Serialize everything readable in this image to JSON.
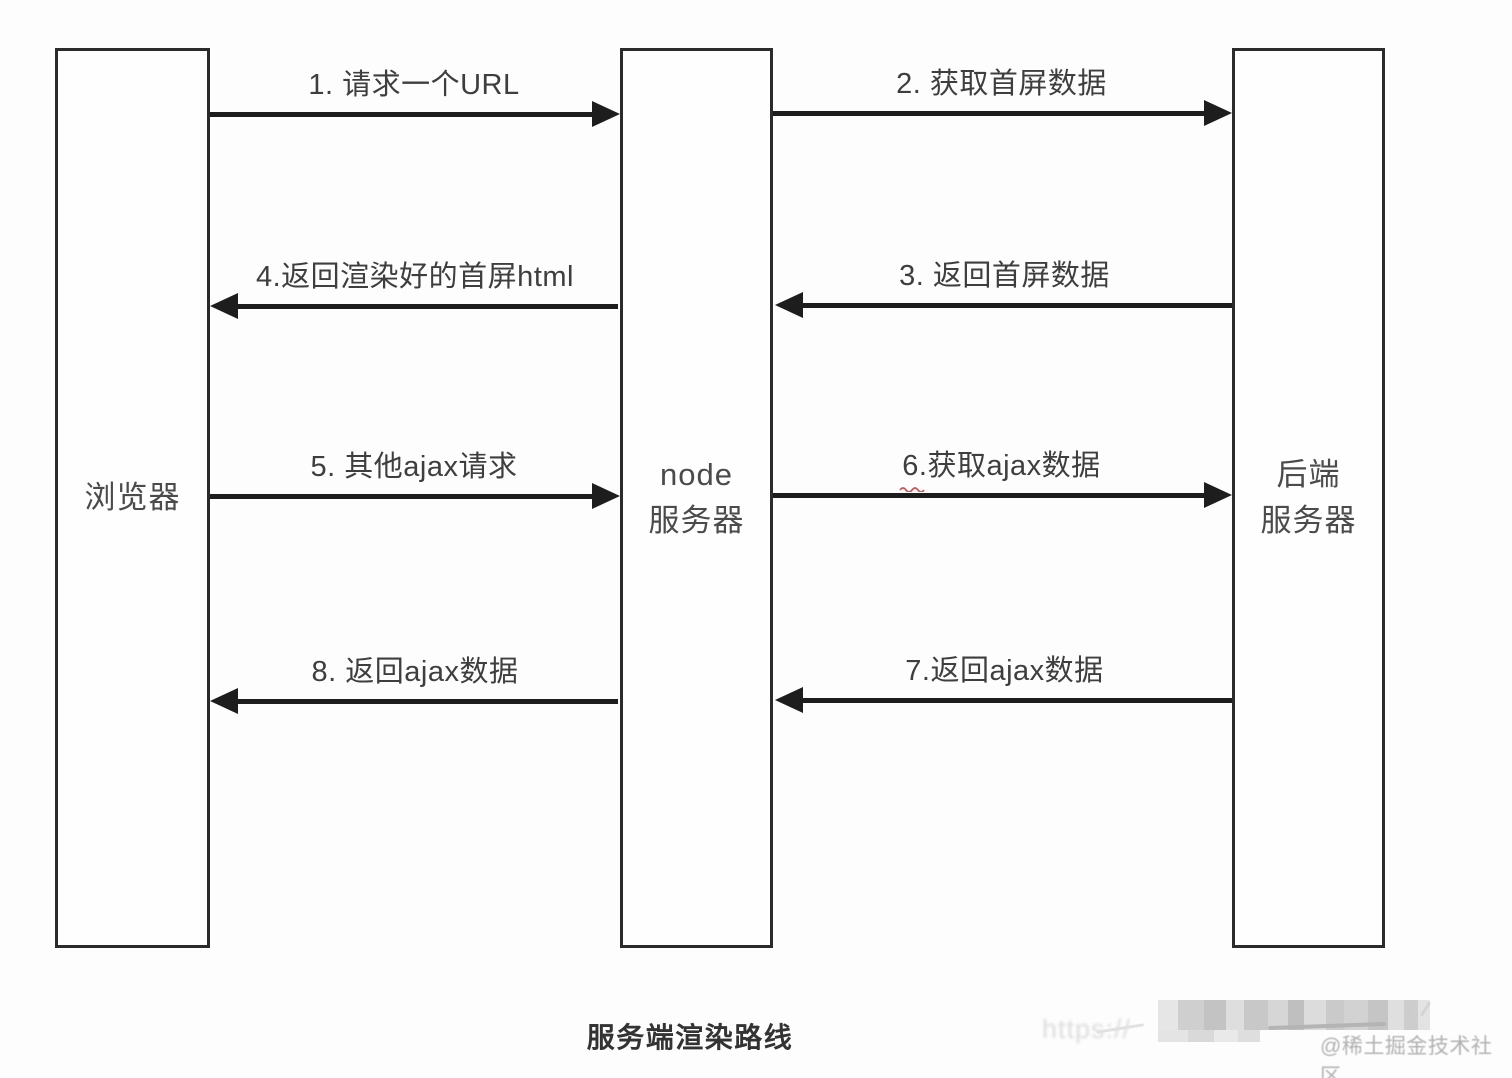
{
  "diagram": {
    "caption": "服务端渲染路线",
    "nodes": [
      {
        "id": "browser",
        "lines": [
          "浏览器"
        ]
      },
      {
        "id": "node-server",
        "lines": [
          "node",
          "服务器"
        ]
      },
      {
        "id": "backend-server",
        "lines": [
          "后端",
          "服务器"
        ]
      }
    ],
    "arrows": [
      {
        "num": 1,
        "label": "1. 请求一个URL",
        "from": "browser",
        "to": "node-server",
        "direction": "right"
      },
      {
        "num": 2,
        "label": "2. 获取首屏数据",
        "from": "node-server",
        "to": "backend-server",
        "direction": "right"
      },
      {
        "num": 3,
        "label": "3. 返回首屏数据",
        "from": "backend-server",
        "to": "node-server",
        "direction": "left"
      },
      {
        "num": 4,
        "label": "4.返回渲染好的首屏html",
        "from": "node-server",
        "to": "browser",
        "direction": "left"
      },
      {
        "num": 5,
        "label": "5. 其他ajax请求",
        "from": "browser",
        "to": "node-server",
        "direction": "right"
      },
      {
        "num": 6,
        "label": "6.获取ajax数据",
        "from": "node-server",
        "to": "backend-server",
        "direction": "right",
        "spellcheck_underline": true
      },
      {
        "num": 7,
        "label": "7.返回ajax数据",
        "from": "backend-server",
        "to": "node-server",
        "direction": "left"
      },
      {
        "num": 8,
        "label": "8. 返回ajax数据",
        "from": "node-server",
        "to": "browser",
        "direction": "left"
      }
    ],
    "colors": {
      "arrow_line": "#1d1d1d",
      "box_border": "#2b2b2b",
      "label_text": "#3e3e3e",
      "squiggle_red": "#cc5555",
      "watermark_gray": "#b1b1b1"
    }
  },
  "watermark": {
    "url_fragment": "https://",
    "credit": "@稀土掘金技术社区"
  }
}
